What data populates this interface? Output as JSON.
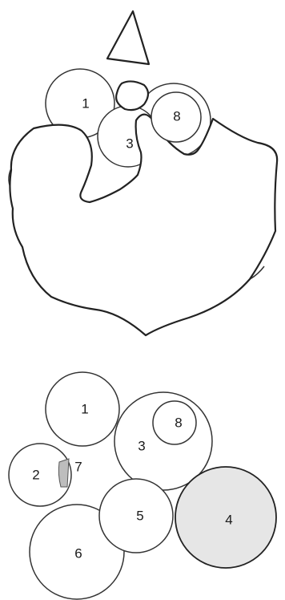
{
  "colors": {
    "stroke": "#222222",
    "shaded_fill": "#e6e6e6",
    "mark_fill": "#bdbdbd"
  },
  "top_panel": {
    "labels": {
      "c1": "1",
      "c8": "8",
      "c3": "3"
    }
  },
  "bottom_panel": {
    "labels": {
      "c1": "1",
      "c8": "8",
      "c3": "3",
      "c2": "2",
      "c7": "7",
      "c5": "5",
      "c4": "4",
      "c6": "6"
    }
  }
}
